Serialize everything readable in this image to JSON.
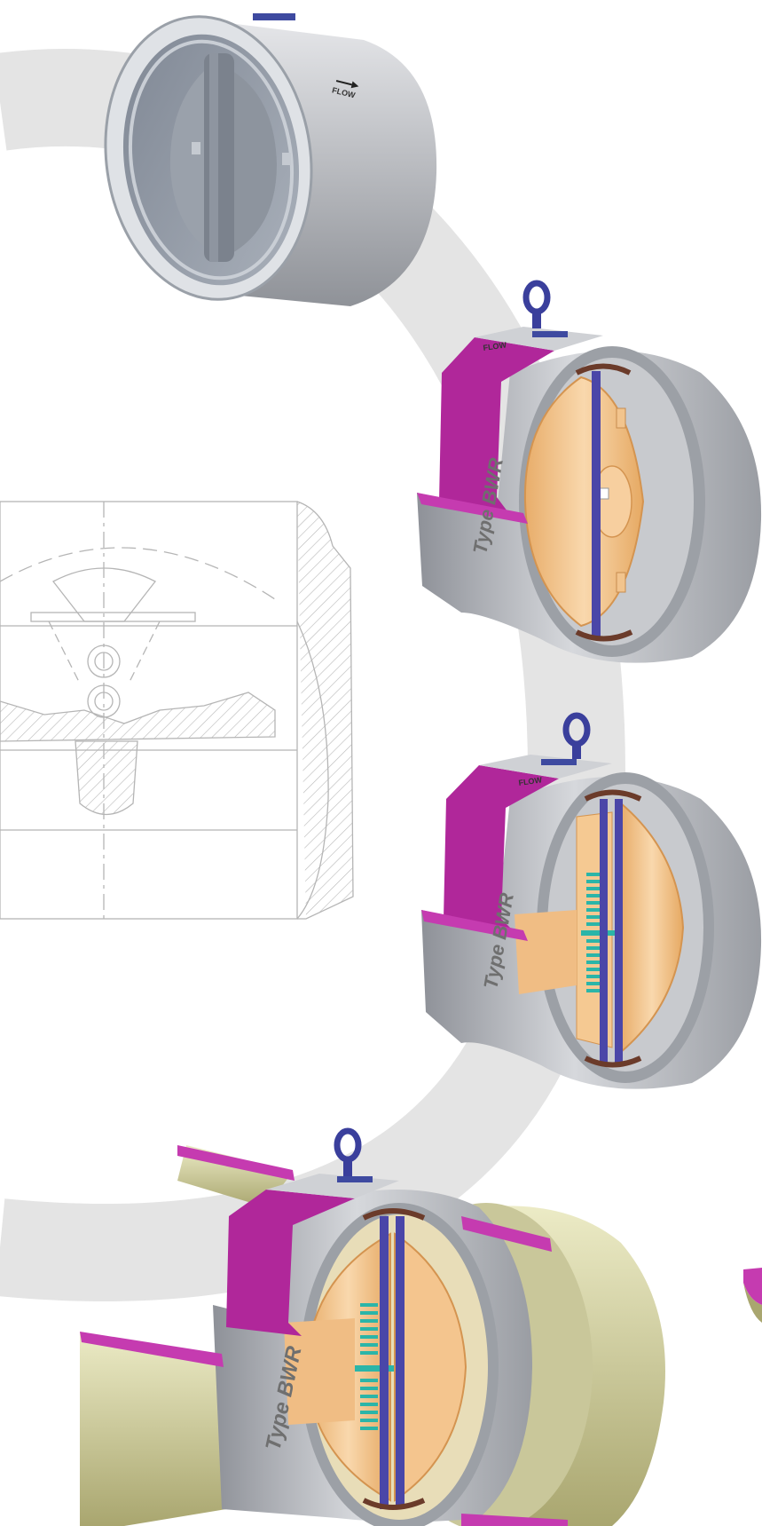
{
  "valve_top": {
    "flow_label": "FLOW"
  },
  "cutaway_disc": {
    "flow_label": "FLOW",
    "type_label": "Type BWR"
  },
  "cutaway_spring": {
    "flow_label": "FLOW",
    "type_label": "Type BWR"
  },
  "cutaway_pipe": {
    "type_label": "Type BWR"
  },
  "colors": {
    "body_grey": "#b9bcc2",
    "section_magenta": "#b0279a",
    "disc_tan": "#f2c48d",
    "spring_teal": "#2bb5a8",
    "shaft_purple": "#4a46a8",
    "eyebolt_blue": "#3a3f9c",
    "pipe_olive": "#d9d7a5",
    "arc_grey": "#e4e4e4"
  }
}
